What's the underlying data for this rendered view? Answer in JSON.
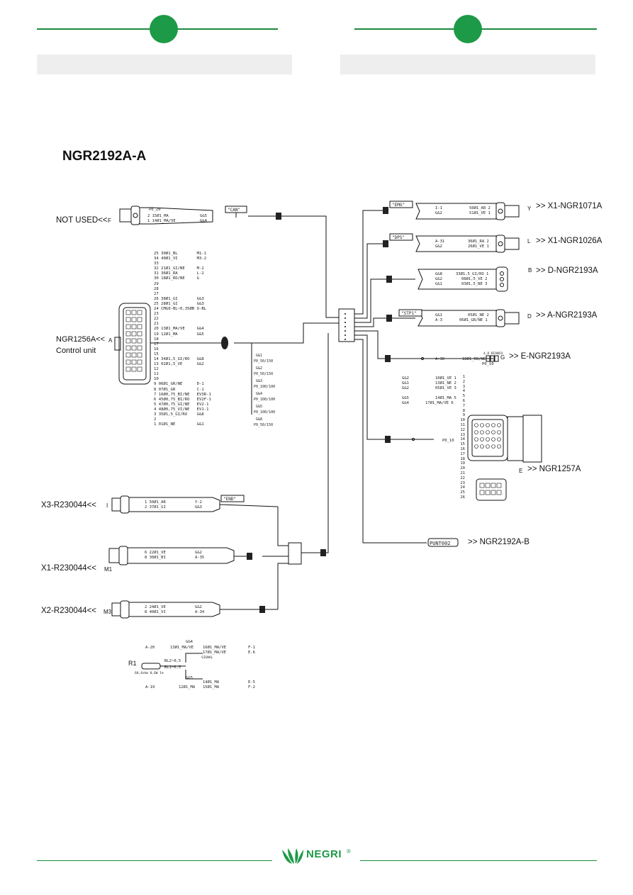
{
  "page": {
    "title": "NGR2192A-A"
  },
  "connectors_left": [
    {
      "id": "not_used",
      "label": "NOT USED<<",
      "pin": "F"
    },
    {
      "id": "ngr1256a",
      "label": "NGR1256A<<",
      "sub": "Control unit",
      "pin": "A"
    },
    {
      "id": "x3",
      "label": "X3-R230044<<",
      "pin": "I"
    },
    {
      "id": "x1",
      "label": "X1-R230044<<",
      "pin": "M1"
    },
    {
      "id": "x2",
      "label": "X2-R230044<<",
      "pin": "M3"
    }
  ],
  "connectors_right": [
    {
      "id": "y",
      "pin": "Y",
      "label": ">> X1-NGR1071A"
    },
    {
      "id": "l",
      "pin": "L",
      "label": ">> X1-NGR1026A"
    },
    {
      "id": "b",
      "pin": "B",
      "label": ">> D-NGR2193A"
    },
    {
      "id": "d",
      "pin": "D",
      "label": ">> A-NGR2193A"
    },
    {
      "id": "g",
      "pin": "G",
      "label": ">> E-NGR2193A"
    },
    {
      "id": "e",
      "pin": "E",
      "label": ">> NGR1257A"
    },
    {
      "id": "punt",
      "pin": "PUNT002",
      "label": ">> NGR2192A-B"
    }
  ],
  "tags": {
    "can": "\"CAN\"",
    "emg": "\"EMG\"",
    "dps": "\"DPS\"",
    "stp1": "\"STP1\"",
    "end": "\"END\""
  },
  "wire_text": {
    "not_used": [
      "P0_20",
      "2 15Ø1_MA",
      "1 14Ø1_MA/VE",
      "G&5",
      "G&4"
    ],
    "y": [
      "I-1",
      "G&2",
      "50Ø1_AR 2",
      "51Ø1_VE 1"
    ],
    "l": [
      "A-31",
      "G&2",
      "36Ø1_RA 2",
      "26Ø1_VE 1"
    ],
    "b": [
      "G&8",
      "G&2",
      "G&1",
      "33Ø1,5_GI/RO 1",
      "08Ø1,5_VE 2",
      "03Ø1,5_NE 3"
    ],
    "d": [
      "G&1",
      "A-3",
      "05Ø1_NE 2",
      "06Ø1_GR/NE 1"
    ],
    "g": [
      "A-30",
      "18Ø1_RO/NE",
      "4,8 BIANCO",
      "P0_10"
    ],
    "e": [
      "G&2 10Ø1_VE 1",
      "G&1 13Ø1_NE 2",
      "G&2 05Ø1_VE 3",
      "G&5 14Ø1_MA 5",
      "G&4 17Ø1_MA/VE 6",
      "P0_10"
    ],
    "x3": [
      "1 50Ø1_AR",
      "2 37Ø1_GI",
      "Y-2",
      "G&3"
    ],
    "x1": [
      "6 22Ø1_VE",
      "8 30Ø1_BI",
      "G&2",
      "A-35"
    ],
    "x2": [
      "2 24Ø1_VE",
      "8 40Ø1_VI",
      "G&2",
      "A-34"
    ],
    "shields": [
      "G&1",
      "P0_50/150",
      "G&2",
      "P0_50/150",
      "G&3",
      "P0_100/100",
      "G&4",
      "P0_100/100",
      "G&5",
      "P0_100/100",
      "G&8",
      "P0_50/150"
    ]
  },
  "pin_table_a": [
    "25 30Ø1_BL        M1-1",
    "34 40Ø1_VI        M3-2",
    "33",
    "32 21Ø1_GI/NE     M-2",
    "31 36Ø1_RA        L-2",
    "30 18Ø1_RO/NE     G",
    "29",
    "28",
    "27",
    "26 38Ø1_GI        G&3",
    "25 28Ø1_GI        G&3",
    "24 CMG0-BL~0,35ØB O-BL",
    "23",
    "22",
    "21",
    "20 13Ø1_MA/VE     G&4",
    "19 12Ø1_MA        G&5",
    "18",
    "17",
    "16",
    "15",
    "14 34Ø1,5_GI/RO   G&8",
    "13 02Ø1,5_VE      G&2",
    "12",
    "11",
    "10",
    "9 06Ø1_GR/NE      D-1",
    "8 07Ø1_GR         C-1",
    "7 16Ø0,75_BI/NE   EV3R-1",
    "6 45Ø0,75_BI/RO   EV2F-1",
    "5 47Ø0,75_GI/NE   EV2-1",
    "4 48Ø0,75_VI/NE   EV1-1",
    "3 35Ø1,5_GI/RO    G&8",
    "2",
    "1 01Ø1_NE         G&1"
  ],
  "pin_numbers_e": [
    "1",
    "2",
    "3",
    "4",
    "5",
    "6",
    "7",
    "8",
    "9",
    "10",
    "11",
    "12",
    "13",
    "14",
    "15",
    "16",
    "17",
    "18",
    "19",
    "20",
    "21",
    "22",
    "23",
    "24",
    "25",
    "26"
  ],
  "resistor": {
    "label": "R1",
    "spec": "60,4ohm 0,6W 1%",
    "lines": [
      "G&4",
      "A-20",
      "13Ø1_MA/VE",
      "16Ø1_MA/VE",
      "17Ø1_MA/VE",
      "F-1",
      "E-6",
      "SIGNAL",
      "BL2~0,5",
      "BL1~0,5",
      "G&5",
      "A-19",
      "12Ø1_MA",
      "14Ø1_MA",
      "15Ø1_MA",
      "E-5",
      "F-2"
    ]
  },
  "brand": {
    "name": "NEGRI",
    "mark": "®"
  },
  "colors": {
    "brand_green": "#1d9a47",
    "line_green": "#1a8a3c",
    "header_bar": "#eeeeee"
  }
}
